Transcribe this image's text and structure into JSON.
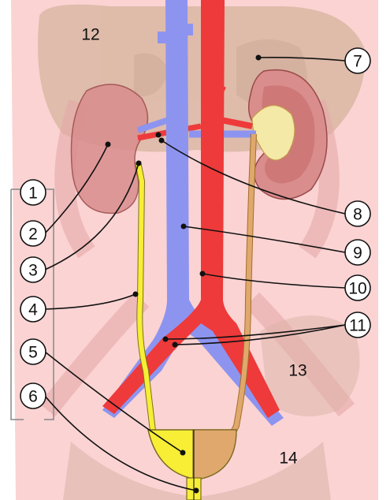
{
  "labels": {
    "n1": "1",
    "n2": "2",
    "n3": "3",
    "n4": "4",
    "n5": "5",
    "n6": "6",
    "n7": "7",
    "n8": "8",
    "n9": "9",
    "n10": "10",
    "n11": "11",
    "n12": "12",
    "n13": "13",
    "n14": "14"
  },
  "colors": {
    "skin": "#fbd3d3",
    "organ_shadow": "#c9a98a",
    "kidney": "#d98d8d",
    "vein": "#8d94f0",
    "artery": "#ee3a3a",
    "ureter": "#f7ee35",
    "bladder_left": "#f7ee35",
    "bladder_right": "#e0a86c"
  }
}
